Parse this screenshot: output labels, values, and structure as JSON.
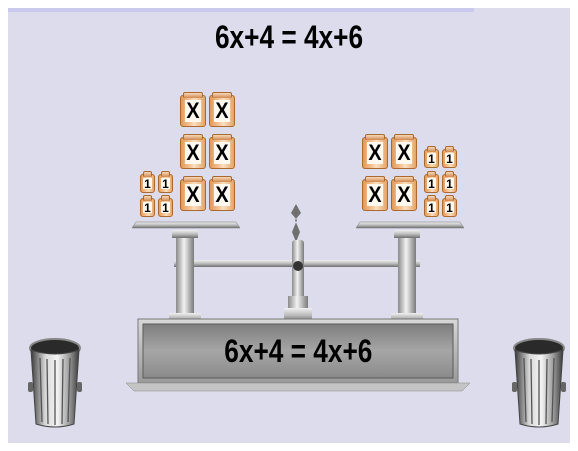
{
  "equation": {
    "title": "6x+4 = 4x+6",
    "display": "6x+4 = 4x+6"
  },
  "left_pan": {
    "x_blocks": {
      "count": 6,
      "label": "X"
    },
    "one_blocks": {
      "count": 4,
      "label": "1"
    }
  },
  "right_pan": {
    "x_blocks": {
      "count": 4,
      "label": "X"
    },
    "one_blocks": {
      "count": 6,
      "label": "1"
    }
  },
  "trash_cans": [
    "left-trash-can",
    "right-trash-can"
  ],
  "colors": {
    "background": "#dcdcec",
    "block": "#f3b57c",
    "metal": "#b8b8b8"
  }
}
